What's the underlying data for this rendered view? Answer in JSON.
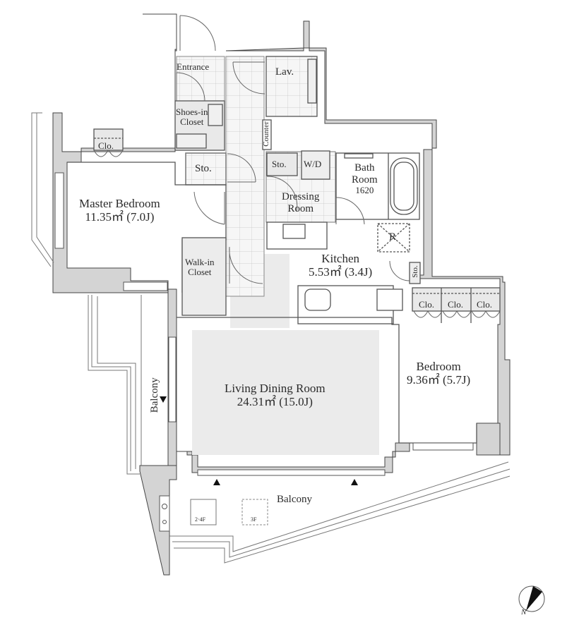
{
  "floor_plan": {
    "colors": {
      "wall": "#d4d4d4",
      "wall_stroke": "#555555",
      "ldk_floor": "#ebebeb",
      "tile": "#f4f4f4",
      "fixture": "#eeeeee"
    },
    "rooms": {
      "entrance": {
        "label": "Entrance"
      },
      "lavatory": {
        "label": "Lav."
      },
      "shoes_closet": {
        "label_line1": "Shoes-in",
        "label_line2": "Closet"
      },
      "counter": {
        "label": "Counter"
      },
      "master_closet": {
        "label": "Clo."
      },
      "storage_hall": {
        "label": "Sto."
      },
      "storage_dressing": {
        "label": "Sto."
      },
      "washer_dryer": {
        "label": "W/D"
      },
      "bath": {
        "label_line1": "Bath",
        "label_line2": "Room",
        "label_line3": "1620"
      },
      "dressing": {
        "label_line1": "Dressing",
        "label_line2": "Room"
      },
      "master_bedroom": {
        "label": "Master Bedroom",
        "area": "11.35㎡ (7.0J)"
      },
      "walk_in_closet": {
        "label_line1": "Walk-in",
        "label_line2": "Closet"
      },
      "refrigerator": {
        "label": "R"
      },
      "kitchen": {
        "label": "Kitchen",
        "area": "5.53㎡ (3.4J)"
      },
      "storage_kitchen": {
        "label": "Sto."
      },
      "bedroom_closets": [
        {
          "label": "Clo."
        },
        {
          "label": "Clo."
        },
        {
          "label": "Clo."
        }
      ],
      "living_dining": {
        "label": "Living Dining Room",
        "area": "24.31㎡ (15.0J)"
      },
      "bedroom": {
        "label": "Bedroom",
        "area": "9.36㎡ (5.7J)"
      },
      "balcony_side": {
        "label": "Balcony"
      },
      "balcony_main": {
        "label": "Balcony"
      },
      "ac_unit_24": {
        "label": "2·4F"
      },
      "ac_unit_3": {
        "label": "3F"
      }
    },
    "compass": {
      "label": "N",
      "icon": "north-arrow-icon"
    }
  }
}
